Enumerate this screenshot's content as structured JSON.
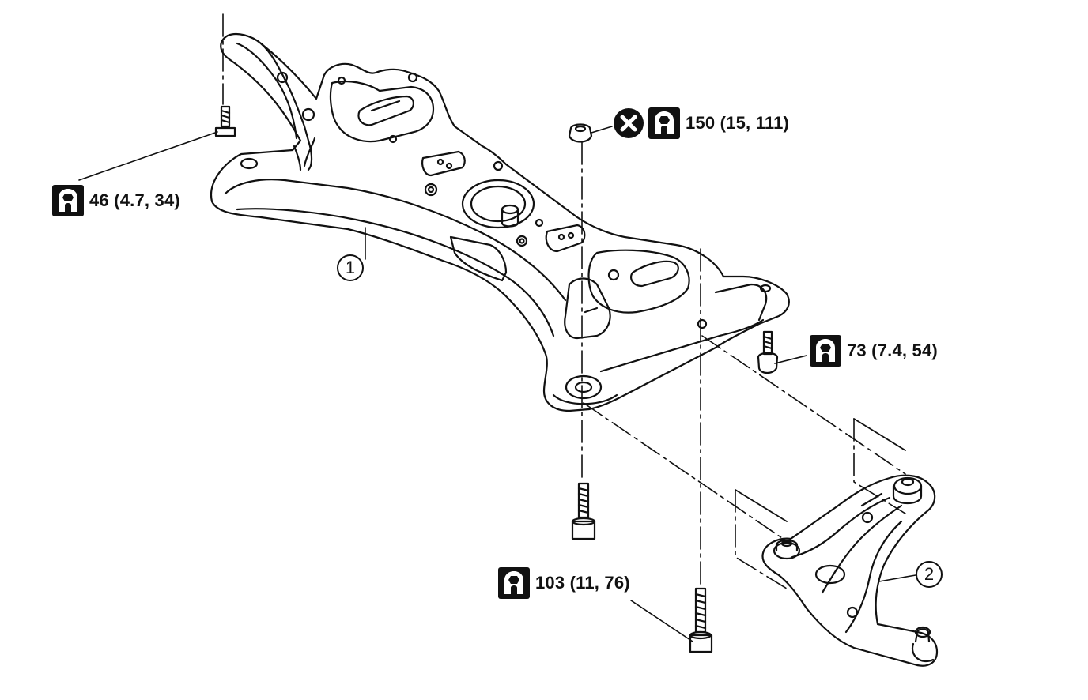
{
  "torque_callouts": [
    {
      "id": "t46",
      "value": "46 (4.7, 34)",
      "icon": "torque-wrench-icon",
      "no_reuse": false
    },
    {
      "id": "t150",
      "value": "150 (15, 111)",
      "icon": "torque-wrench-icon",
      "no_reuse": true
    },
    {
      "id": "t73",
      "value": "73 (7.4, 54)",
      "icon": "torque-wrench-icon",
      "no_reuse": false
    },
    {
      "id": "t103",
      "value": "103 (11, 76)",
      "icon": "torque-wrench-icon",
      "no_reuse": false
    }
  ],
  "parts": [
    {
      "number": "1",
      "component": "front-suspension-member"
    },
    {
      "number": "2",
      "component": "transverse-link"
    }
  ],
  "colors": {
    "line": "#111111",
    "background": "#ffffff"
  }
}
